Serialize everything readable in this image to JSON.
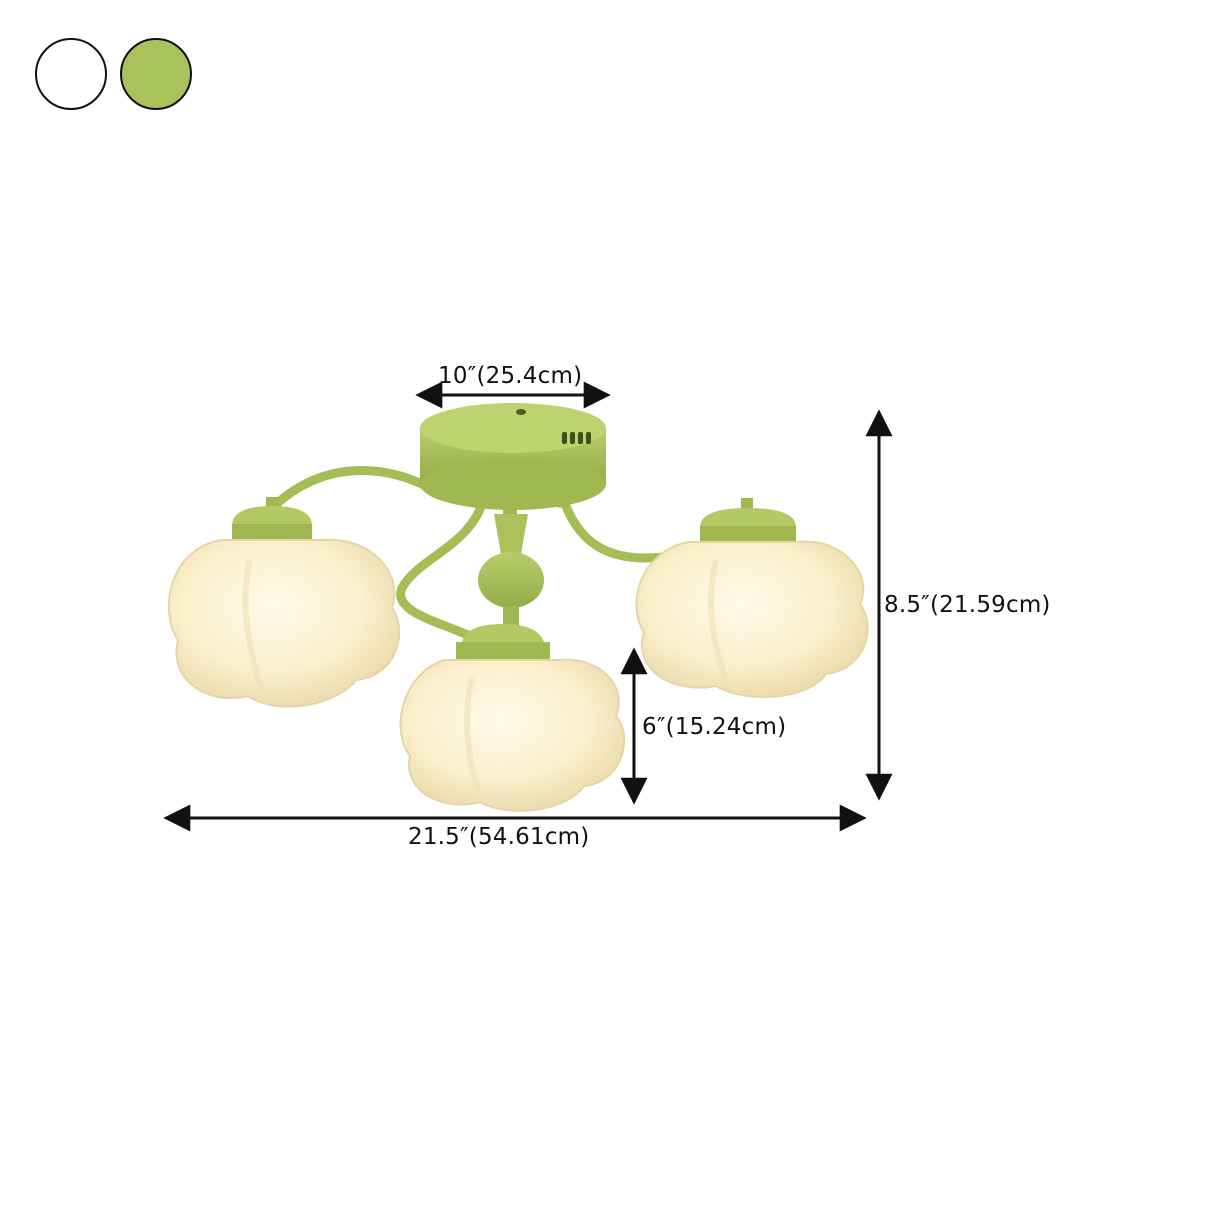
{
  "color_options": [
    {
      "name": "White",
      "hex": "#ffffff"
    },
    {
      "name": "Green",
      "hex": "#a9c25c"
    }
  ],
  "dimensions": {
    "canopy_width": "10″(25.4cm)",
    "total_height": "8.5″(21.59cm)",
    "shade_height": "6″(15.24cm)",
    "total_width": "21.5″(54.61cm)"
  },
  "colors": {
    "metal": "#a9c25c",
    "metal_dark": "#8aa544",
    "glass": "#fdf3d6",
    "glass_shadow": "#eadcb0",
    "line": "#111111"
  }
}
